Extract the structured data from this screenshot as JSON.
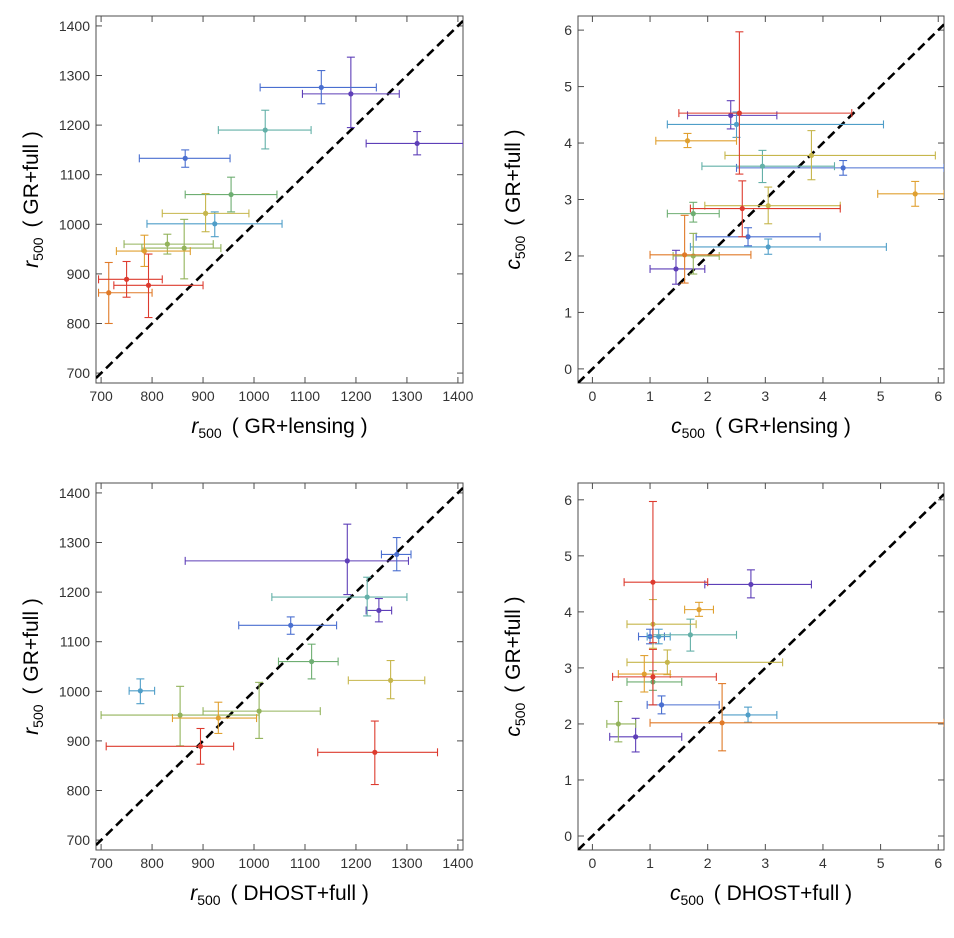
{
  "colors": {
    "frame": "#4d4d4d",
    "diagonal": "#000000",
    "series": [
      "#5e3fb8",
      "#4a6fd0",
      "#4f9ec8",
      "#63b0a8",
      "#6eae72",
      "#93b35b",
      "#c6b64c",
      "#e0a030",
      "#e07a28",
      "#dd3b2f"
    ]
  },
  "chart_data": [
    {
      "id": "top-left",
      "type": "scatter",
      "reference_line": "y = x",
      "xlabel": {
        "sym": "r",
        "sub": "500",
        "text": "( GR+lensing )"
      },
      "ylabel": {
        "sym": "r",
        "sub": "500",
        "text": "( GR+full )"
      },
      "xlim": [
        690,
        1410
      ],
      "ylim": [
        680,
        1420
      ],
      "xticks": [
        700,
        800,
        900,
        1000,
        1100,
        1200,
        1300,
        1400
      ],
      "yticks": [
        700,
        800,
        900,
        1000,
        1100,
        1200,
        1300,
        1400
      ],
      "points": [
        {
          "x": 1190,
          "y": 1263,
          "xlo": 1095,
          "xhi": 1285,
          "ylo": 1195,
          "yhi": 1337,
          "c": 0
        },
        {
          "x": 1320,
          "y": 1163,
          "xlo": 1220,
          "xhi": 1410,
          "ylo": 1140,
          "yhi": 1187,
          "c": 0
        },
        {
          "x": 1132,
          "y": 1276,
          "xlo": 1012,
          "xhi": 1240,
          "ylo": 1243,
          "yhi": 1310,
          "c": 1
        },
        {
          "x": 865,
          "y": 1133,
          "xlo": 775,
          "xhi": 953,
          "ylo": 1115,
          "yhi": 1150,
          "c": 1
        },
        {
          "x": 923,
          "y": 1001,
          "xlo": 790,
          "xhi": 1055,
          "ylo": 975,
          "yhi": 1025,
          "c": 2
        },
        {
          "x": 1022,
          "y": 1190,
          "xlo": 930,
          "xhi": 1112,
          "ylo": 1152,
          "yhi": 1230,
          "c": 3
        },
        {
          "x": 955,
          "y": 1060,
          "xlo": 865,
          "xhi": 1045,
          "ylo": 1025,
          "yhi": 1095,
          "c": 4
        },
        {
          "x": 863,
          "y": 952,
          "xlo": 780,
          "xhi": 935,
          "ylo": 890,
          "yhi": 1010,
          "c": 5
        },
        {
          "x": 830,
          "y": 960,
          "xlo": 745,
          "xhi": 920,
          "ylo": 940,
          "yhi": 980,
          "c": 5
        },
        {
          "x": 905,
          "y": 1022,
          "xlo": 820,
          "xhi": 990,
          "ylo": 985,
          "yhi": 1062,
          "c": 6
        },
        {
          "x": 785,
          "y": 946,
          "xlo": 730,
          "xhi": 875,
          "ylo": 915,
          "yhi": 978,
          "c": 7
        },
        {
          "x": 715,
          "y": 862,
          "xlo": 695,
          "xhi": 800,
          "ylo": 800,
          "yhi": 923,
          "c": 8
        },
        {
          "x": 750,
          "y": 889,
          "xlo": 695,
          "xhi": 820,
          "ylo": 853,
          "yhi": 925,
          "c": 9
        },
        {
          "x": 793,
          "y": 877,
          "xlo": 725,
          "xhi": 900,
          "ylo": 812,
          "yhi": 940,
          "c": 9
        }
      ]
    },
    {
      "id": "top-right",
      "type": "scatter",
      "reference_line": "y = x",
      "xlabel": {
        "sym": "c",
        "sub": "500",
        "text": "( GR+lensing )"
      },
      "ylabel": {
        "sym": "c",
        "sub": "500",
        "text": "( GR+full )"
      },
      "xlim": [
        -0.25,
        6.1
      ],
      "ylim": [
        -0.25,
        6.25
      ],
      "xticks": [
        0,
        1,
        2,
        3,
        4,
        5,
        6
      ],
      "yticks": [
        0,
        1,
        2,
        3,
        4,
        5,
        6
      ],
      "points": [
        {
          "x": 2.4,
          "y": 4.49,
          "xlo": 1.65,
          "xhi": 3.2,
          "ylo": 4.25,
          "yhi": 4.75,
          "c": 0
        },
        {
          "x": 1.45,
          "y": 1.77,
          "xlo": 1.0,
          "xhi": 1.95,
          "ylo": 1.5,
          "yhi": 2.1,
          "c": 0
        },
        {
          "x": 4.35,
          "y": 3.56,
          "xlo": 2.5,
          "xhi": 6.1,
          "ylo": 3.43,
          "yhi": 3.69,
          "c": 1
        },
        {
          "x": 2.7,
          "y": 2.34,
          "xlo": 1.8,
          "xhi": 3.95,
          "ylo": 2.18,
          "yhi": 2.5,
          "c": 1
        },
        {
          "x": 2.5,
          "y": 4.33,
          "xlo": 1.3,
          "xhi": 5.05,
          "ylo": 4.1,
          "yhi": 4.55,
          "c": 2
        },
        {
          "x": 3.05,
          "y": 2.16,
          "xlo": 1.7,
          "xhi": 5.1,
          "ylo": 2.03,
          "yhi": 2.3,
          "c": 2
        },
        {
          "x": 2.95,
          "y": 3.59,
          "xlo": 1.9,
          "xhi": 4.2,
          "ylo": 3.3,
          "yhi": 3.87,
          "c": 3
        },
        {
          "x": 1.75,
          "y": 2.75,
          "xlo": 1.3,
          "xhi": 2.2,
          "ylo": 2.6,
          "yhi": 2.95,
          "c": 4
        },
        {
          "x": 1.75,
          "y": 2.0,
          "xlo": 1.4,
          "xhi": 2.2,
          "ylo": 1.68,
          "yhi": 2.4,
          "c": 5
        },
        {
          "x": 3.8,
          "y": 3.78,
          "xlo": 2.3,
          "xhi": 5.95,
          "ylo": 3.35,
          "yhi": 4.22,
          "c": 6
        },
        {
          "x": 3.05,
          "y": 2.89,
          "xlo": 1.95,
          "xhi": 4.3,
          "ylo": 2.57,
          "yhi": 3.22,
          "c": 6
        },
        {
          "x": 5.6,
          "y": 3.1,
          "xlo": 4.95,
          "xhi": 6.1,
          "ylo": 2.88,
          "yhi": 3.32,
          "c": 7
        },
        {
          "x": 1.65,
          "y": 4.04,
          "xlo": 1.1,
          "xhi": 2.5,
          "ylo": 3.92,
          "yhi": 4.17,
          "c": 7
        },
        {
          "x": 1.6,
          "y": 2.02,
          "xlo": 1.0,
          "xhi": 2.75,
          "ylo": 1.52,
          "yhi": 2.72,
          "c": 8
        },
        {
          "x": 2.55,
          "y": 4.53,
          "xlo": 1.5,
          "xhi": 4.5,
          "ylo": 3.45,
          "yhi": 5.97,
          "c": 9
        },
        {
          "x": 2.6,
          "y": 2.84,
          "xlo": 1.7,
          "xhi": 4.3,
          "ylo": 2.34,
          "yhi": 3.33,
          "c": 9
        }
      ]
    },
    {
      "id": "bottom-left",
      "type": "scatter",
      "reference_line": "y = x",
      "xlabel": {
        "sym": "r",
        "sub": "500",
        "text": "( DHOST+full )"
      },
      "ylabel": {
        "sym": "r",
        "sub": "500",
        "text": "( GR+full )"
      },
      "xlim": [
        690,
        1410
      ],
      "ylim": [
        680,
        1420
      ],
      "xticks": [
        700,
        800,
        900,
        1000,
        1100,
        1200,
        1300,
        1400
      ],
      "yticks": [
        700,
        800,
        900,
        1000,
        1100,
        1200,
        1300,
        1400
      ],
      "points": [
        {
          "x": 1183,
          "y": 1263,
          "xlo": 865,
          "xhi": 1303,
          "ylo": 1195,
          "yhi": 1337,
          "c": 0
        },
        {
          "x": 1245,
          "y": 1163,
          "xlo": 1220,
          "xhi": 1270,
          "ylo": 1140,
          "yhi": 1187,
          "c": 0
        },
        {
          "x": 1280,
          "y": 1276,
          "xlo": 1250,
          "xhi": 1308,
          "ylo": 1243,
          "yhi": 1310,
          "c": 1
        },
        {
          "x": 1072,
          "y": 1133,
          "xlo": 970,
          "xhi": 1162,
          "ylo": 1115,
          "yhi": 1150,
          "c": 1
        },
        {
          "x": 777,
          "y": 1001,
          "xlo": 755,
          "xhi": 805,
          "ylo": 975,
          "yhi": 1025,
          "c": 2
        },
        {
          "x": 1222,
          "y": 1190,
          "xlo": 1035,
          "xhi": 1300,
          "ylo": 1152,
          "yhi": 1230,
          "c": 3
        },
        {
          "x": 1113,
          "y": 1060,
          "xlo": 1048,
          "xhi": 1165,
          "ylo": 1025,
          "yhi": 1095,
          "c": 4
        },
        {
          "x": 855,
          "y": 952,
          "xlo": 700,
          "xhi": 1010,
          "ylo": 890,
          "yhi": 1010,
          "c": 5
        },
        {
          "x": 1010,
          "y": 960,
          "xlo": 900,
          "xhi": 1130,
          "ylo": 905,
          "yhi": 1018,
          "c": 5
        },
        {
          "x": 1268,
          "y": 1022,
          "xlo": 1185,
          "xhi": 1335,
          "ylo": 985,
          "yhi": 1062,
          "c": 6
        },
        {
          "x": 930,
          "y": 946,
          "xlo": 840,
          "xhi": 1005,
          "ylo": 915,
          "yhi": 978,
          "c": 7
        },
        {
          "x": 895,
          "y": 889,
          "xlo": 710,
          "xhi": 960,
          "ylo": 853,
          "yhi": 925,
          "c": 9
        },
        {
          "x": 1237,
          "y": 877,
          "xlo": 1125,
          "xhi": 1360,
          "ylo": 812,
          "yhi": 940,
          "c": 9
        }
      ]
    },
    {
      "id": "bottom-right",
      "type": "scatter",
      "reference_line": "y = x",
      "xlabel": {
        "sym": "c",
        "sub": "500",
        "text": "( DHOST+full )"
      },
      "ylabel": {
        "sym": "c",
        "sub": "500",
        "text": "( GR+full )"
      },
      "xlim": [
        -0.25,
        6.1
      ],
      "ylim": [
        -0.25,
        6.3
      ],
      "xticks": [
        0,
        1,
        2,
        3,
        4,
        5,
        6
      ],
      "yticks": [
        0,
        1,
        2,
        3,
        4,
        5,
        6
      ],
      "points": [
        {
          "x": 2.75,
          "y": 4.49,
          "xlo": 1.95,
          "xhi": 3.8,
          "ylo": 4.25,
          "yhi": 4.75,
          "c": 0
        },
        {
          "x": 0.75,
          "y": 1.77,
          "xlo": 0.3,
          "xhi": 1.55,
          "ylo": 1.5,
          "yhi": 2.1,
          "c": 0
        },
        {
          "x": 1.0,
          "y": 3.56,
          "xlo": 0.8,
          "xhi": 1.25,
          "ylo": 3.43,
          "yhi": 3.69,
          "c": 1
        },
        {
          "x": 1.2,
          "y": 2.34,
          "xlo": 0.95,
          "xhi": 2.2,
          "ylo": 2.18,
          "yhi": 2.5,
          "c": 1
        },
        {
          "x": 1.15,
          "y": 3.56,
          "xlo": 0.95,
          "xhi": 1.35,
          "ylo": 3.43,
          "yhi": 3.69,
          "c": 2
        },
        {
          "x": 2.7,
          "y": 2.16,
          "xlo": 2.25,
          "xhi": 3.2,
          "ylo": 2.03,
          "yhi": 2.3,
          "c": 2
        },
        {
          "x": 1.7,
          "y": 3.59,
          "xlo": 1.05,
          "xhi": 2.5,
          "ylo": 3.3,
          "yhi": 3.87,
          "c": 3
        },
        {
          "x": 1.05,
          "y": 2.75,
          "xlo": 0.6,
          "xhi": 1.55,
          "ylo": 2.6,
          "yhi": 2.95,
          "c": 4
        },
        {
          "x": 0.45,
          "y": 2.0,
          "xlo": 0.25,
          "xhi": 0.75,
          "ylo": 1.68,
          "yhi": 2.4,
          "c": 5
        },
        {
          "x": 1.05,
          "y": 3.78,
          "xlo": 0.6,
          "xhi": 1.8,
          "ylo": 3.35,
          "yhi": 4.22,
          "c": 6
        },
        {
          "x": 1.3,
          "y": 3.1,
          "xlo": 0.6,
          "xhi": 3.3,
          "ylo": 2.88,
          "yhi": 3.32,
          "c": 6
        },
        {
          "x": 0.9,
          "y": 2.89,
          "xlo": 0.45,
          "xhi": 1.35,
          "ylo": 2.57,
          "yhi": 3.22,
          "c": 7
        },
        {
          "x": 1.85,
          "y": 4.04,
          "xlo": 1.6,
          "xhi": 2.1,
          "ylo": 3.92,
          "yhi": 4.17,
          "c": 7
        },
        {
          "x": 2.25,
          "y": 2.02,
          "xlo": 1.0,
          "xhi": 6.1,
          "ylo": 1.52,
          "yhi": 2.72,
          "c": 8
        },
        {
          "x": 1.05,
          "y": 4.53,
          "xlo": 0.55,
          "xhi": 2.0,
          "ylo": 3.45,
          "yhi": 5.97,
          "c": 9
        },
        {
          "x": 1.05,
          "y": 2.84,
          "xlo": 0.35,
          "xhi": 2.15,
          "ylo": 2.34,
          "yhi": 3.33,
          "c": 9
        }
      ]
    }
  ]
}
